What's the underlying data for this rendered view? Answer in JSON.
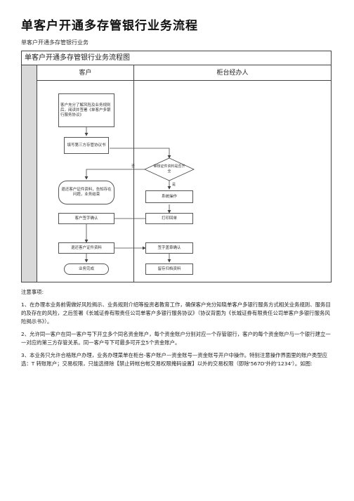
{
  "title": "单客户开通多存管银行业务流程",
  "subtitle": "单客户开通多存管银行业务",
  "flowchart": {
    "title": "单客户开通多存管银行业务流程图",
    "lane_customer": "客户",
    "lane_agent": "柜台经办人",
    "step1": "客户充分了解风险及业务规则后，阅读并签署《单客户多银行服务协议》",
    "step2": "填写第三方存管协议书",
    "decision": "审核证件资料是否齐全",
    "no_label": "否",
    "yes_label": "是",
    "return_docs": "退还客户证件资料，告知存在问题，业务结束",
    "system_op": "系统操作",
    "customer_sign": "客户签字确认",
    "print_form": "打印回单",
    "return_docs2": "退还客户证件资料",
    "sign_confirm": "签字盖章确认",
    "done": "业务完成",
    "archive": "留存归档资料"
  },
  "notes": {
    "heading": "注意事项:",
    "n1": "1、在办理本业务前需做好风险揭示、业务规则介绍等投资者教育工作，确保客户充分知晓单客户多银行服务方式相关业务规则、服务目的及存在的风险，之后签署《长城证券有限责任公司单客户多银行服务协议》（协议背面为《长城证券有限责任公司单客户多银行服务风险揭示书》）。",
    "n2": "2、允许同一客户在同一客户号下开立多个同名资金账户，每个资金账户分别对应一个存管银行，客户的每个资金账户与一个银行建立一一对应的第三方存管关系。同一客户号下可最多可开立5个资金账户。",
    "n3": "3、本业务只允许合格账户办理，业务办理菜单在柜台-客户账户—资金账号—资金账号开户中操作。特别注意操作界面里的账户类型应选：T 转账账户；交易权限，只能选择除【禁止转帐台帐交易权限掩码设置】以外的交易权限（即除'567D'外的'1234'）。如图:"
  }
}
